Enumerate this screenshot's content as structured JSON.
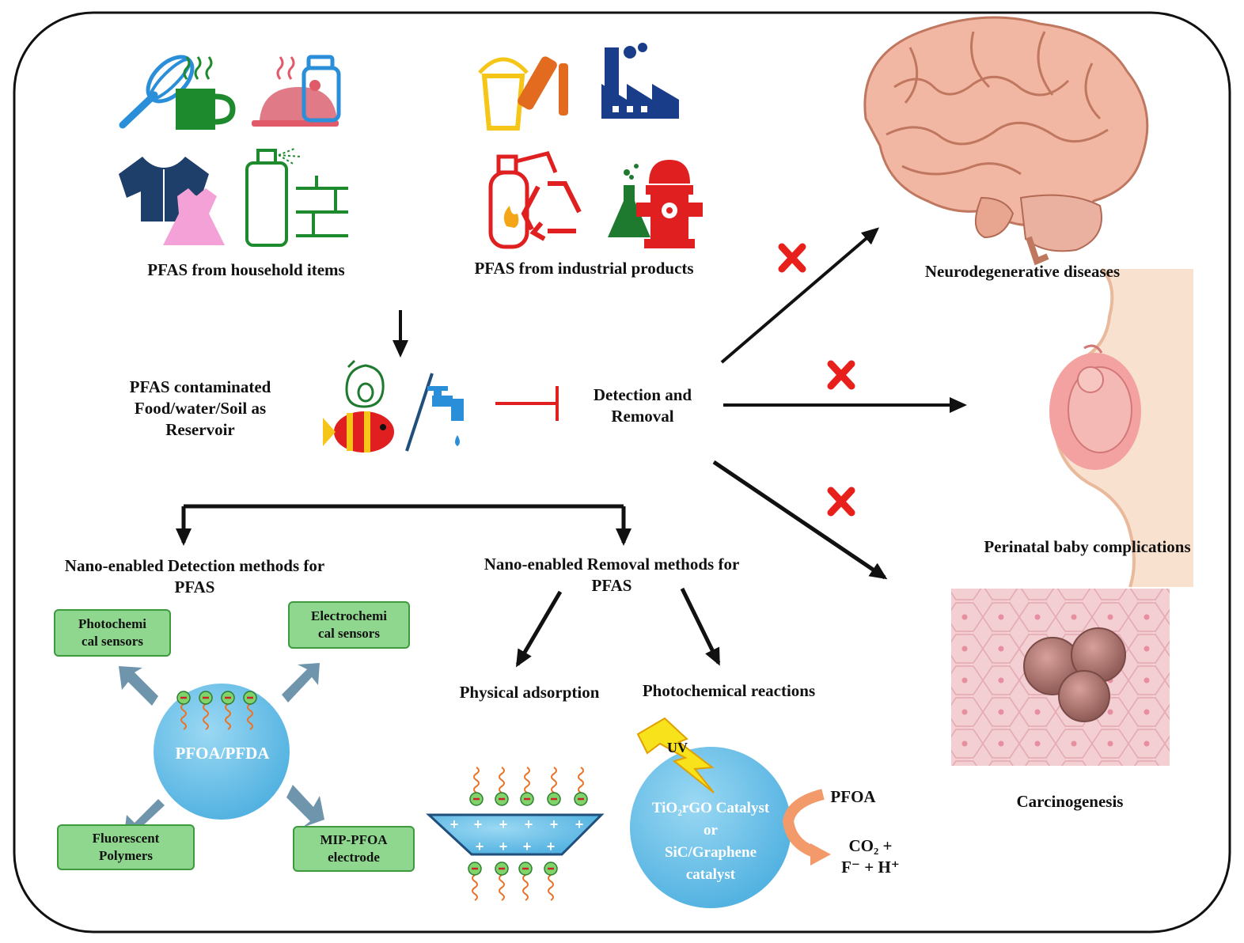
{
  "sources": {
    "household_label": "PFAS from household items",
    "industrial_label": "PFAS from industrial products",
    "icons": [
      "whisk-icon",
      "mug-icon",
      "roast-chicken-icon",
      "bottle-icon",
      "paint-bucket-icon",
      "factory-icon",
      "shirt-icon",
      "dress-icon",
      "spray-can-icon",
      "brick-wall-icon",
      "fire-extinguisher-icon",
      "recycle-icon",
      "flask-icon",
      "fire-hydrant-icon"
    ]
  },
  "reservoir": {
    "line1": "PFAS contaminated",
    "line2": "Food/water/Soil as",
    "line3": "Reservoir"
  },
  "detection_removal": {
    "line1": "Detection and",
    "line2": "Removal"
  },
  "outcomes": {
    "neuro": "Neurodegenerative diseases",
    "perinatal": "Perinatal baby complications",
    "carcinogenesis": "Carcinogenesis"
  },
  "detection_methods": {
    "title_line1": "Nano-enabled Detection methods for",
    "title_line2": "PFAS",
    "center": "PFOA/PFDA",
    "boxes": [
      {
        "line1": "Photochemi",
        "line2": "cal sensors"
      },
      {
        "line1": "Electrochemi",
        "line2": "cal sensors"
      },
      {
        "line1": "Fluorescent",
        "line2": "Polymers"
      },
      {
        "line1": "MIP-PFOA",
        "line2": "electrode"
      }
    ]
  },
  "removal_methods": {
    "title_line1": "Nano-enabled Removal methods for",
    "title_line2": "PFAS",
    "physical": "Physical adsorption",
    "photochemical": "Photochemical reactions",
    "uv": "UV",
    "catalyst_line1": "TiO₂rGO Catalyst",
    "catalyst_line2": "or",
    "catalyst_line3": "SiC/Graphene",
    "catalyst_line4": "catalyst",
    "pfoa": "PFOA",
    "product_line1": "CO₂ +",
    "product_line2": "F⁻ + H⁺"
  },
  "colors": {
    "inhibit": "#e02020",
    "cross": "#e8201c",
    "box_fill": "#8fd78f",
    "circle": "#5ab9e6",
    "arrow_blue": "#6f95ad"
  }
}
